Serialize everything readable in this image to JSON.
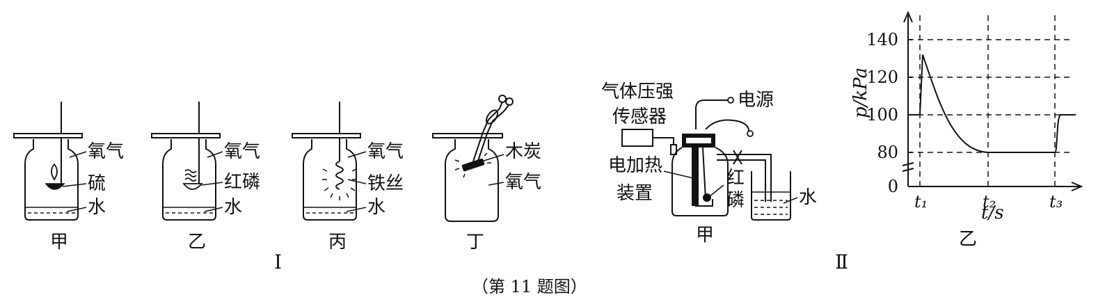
{
  "part_one": {
    "roman": "Ⅰ",
    "setups": [
      {
        "id": "jia",
        "caption": "甲",
        "labels": [
          "氧气",
          "硫",
          "水"
        ]
      },
      {
        "id": "yi",
        "caption": "乙",
        "labels": [
          "氧气",
          "红磷",
          "水"
        ]
      },
      {
        "id": "bing",
        "caption": "丙",
        "labels": [
          "氧气",
          "铁丝",
          "水"
        ]
      },
      {
        "id": "ding",
        "caption": "丁",
        "labels": [
          "木炭",
          "氧气"
        ]
      }
    ]
  },
  "part_two": {
    "roman": "Ⅱ",
    "apparatus": {
      "caption": "甲",
      "sensor_label_line1": "气体压强",
      "sensor_label_line2": "传感器",
      "power_label": "电源",
      "heater_label_line1": "电加热",
      "heater_label_line2": "装置",
      "phosphorus_label_line1": "红",
      "phosphorus_label_line2": "磷",
      "water_label": "水"
    },
    "graph_caption": "乙"
  },
  "figure_caption": "（第 11 题图）",
  "chart_data": {
    "type": "line",
    "title": "",
    "xlabel": "t/s",
    "ylabel": "p/kPa",
    "y_ticks": [
      0,
      80,
      100,
      120,
      140
    ],
    "x_ticks": [
      "t₁",
      "t₂",
      "t₃"
    ],
    "ylim": [
      0,
      150
    ],
    "y_axis_break": true,
    "grid": "dashed",
    "series": [
      {
        "values_desc": "",
        "points": [
          {
            "x": "0",
            "y": 100
          },
          {
            "x": "t₁",
            "y": 100
          },
          {
            "x": "t₁+",
            "y": 132
          },
          {
            "x": "t₂",
            "y": 80
          },
          {
            "x": "t₃",
            "y": 80
          },
          {
            "x": "t₃+",
            "y": 100
          },
          {
            "x": "end",
            "y": 100
          }
        ]
      }
    ]
  }
}
